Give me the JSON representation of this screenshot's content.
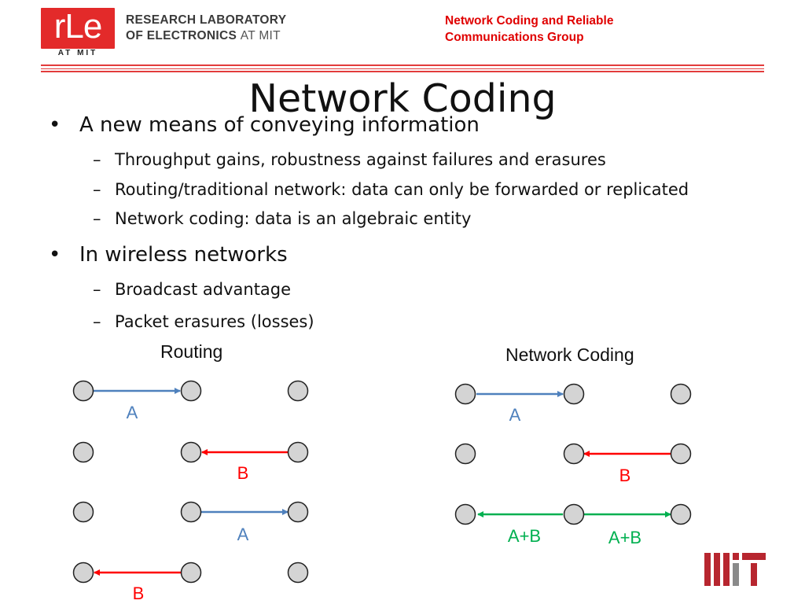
{
  "header": {
    "logo_text": "rLe",
    "logo_sub": "AT MIT",
    "lab_line1": "RESEARCH LABORATORY",
    "lab_line2": "OF ELECTRONICS",
    "lab_atmit": "AT MIT",
    "group_line1": "Network Coding and Reliable",
    "group_line2": "Communications Group"
  },
  "slide": {
    "title": "Network Coding",
    "bullets": [
      {
        "text": "A new means of conveying information",
        "subs": [
          "Throughput gains, robustness against failures and erasures",
          "Routing/traditional network: data can only be forwarded or replicated",
          "Network coding: data is an algebraic entity"
        ]
      },
      {
        "text": "In wireless networks",
        "subs": [
          "Broadcast advantage",
          "Packet erasures (losses)"
        ]
      }
    ],
    "bullet_glyph": "•",
    "dash_glyph": "–"
  },
  "diagrams": {
    "routing": {
      "title": "Routing",
      "labels": [
        "A",
        "B",
        "A",
        "B"
      ]
    },
    "network_coding": {
      "title": "Network Coding",
      "labels": [
        "A",
        "B",
        "A+B",
        "A+B"
      ]
    }
  },
  "colors": {
    "brand_red": "#e32a2a",
    "group_red": "#e00000",
    "arrow_blue": "#4f81bd",
    "arrow_red": "#ff0000",
    "arrow_green": "#00b050",
    "label_blue": "#4f81bd",
    "label_red": "#ff0000",
    "label_green": "#00b050",
    "mit_red": "#b7262f"
  },
  "icons": {
    "mit_logo": "mit-logo"
  }
}
